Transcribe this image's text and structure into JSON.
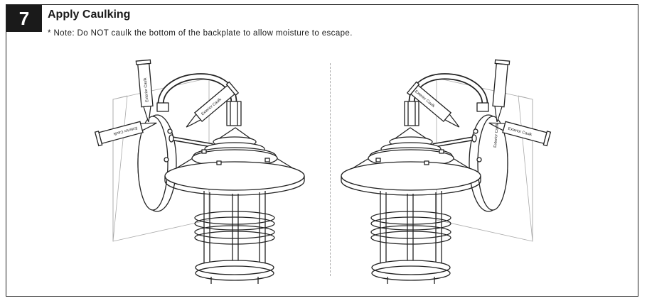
{
  "step": {
    "number": "7",
    "title": "Apply Caulking",
    "note": "* Note: Do NOT caulk the bottom of the backplate to allow moisture to escape."
  },
  "illustration": {
    "tube_label": "Exterior Caulk"
  }
}
